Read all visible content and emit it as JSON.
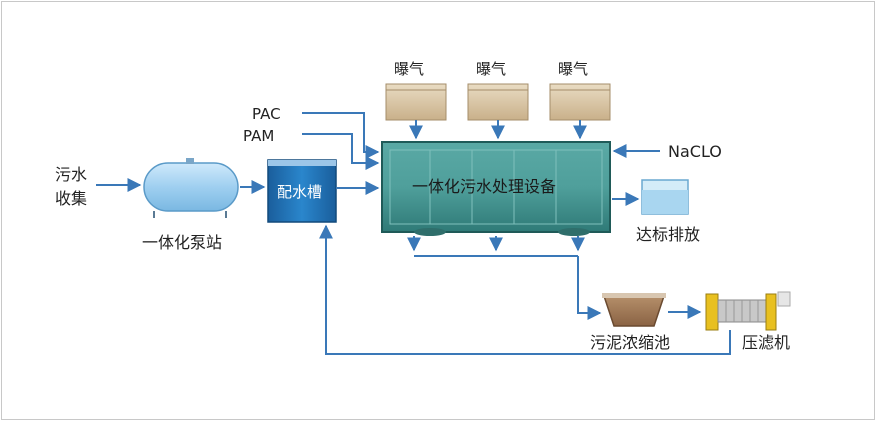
{
  "labels": {
    "source_line1": "污水",
    "source_line2": "收集",
    "pump_station": "一体化泵站",
    "mixing_tank": "配水槽",
    "pac": "PAC",
    "pam": "PAM",
    "naclo": "NaCLO",
    "aeration": [
      "曝气",
      "曝气",
      "曝气"
    ],
    "main_equipment": "一体化污水处理设备",
    "discharge": "达标排放",
    "sludge_tank": "污泥浓缩池",
    "filter_press": "压滤机"
  },
  "colors": {
    "arrow": "#3a78b8",
    "main_unit": "#3e8f8c",
    "tank": "#1f72b8",
    "pump": "#9fcff0",
    "blower": "#d6c3a0"
  }
}
